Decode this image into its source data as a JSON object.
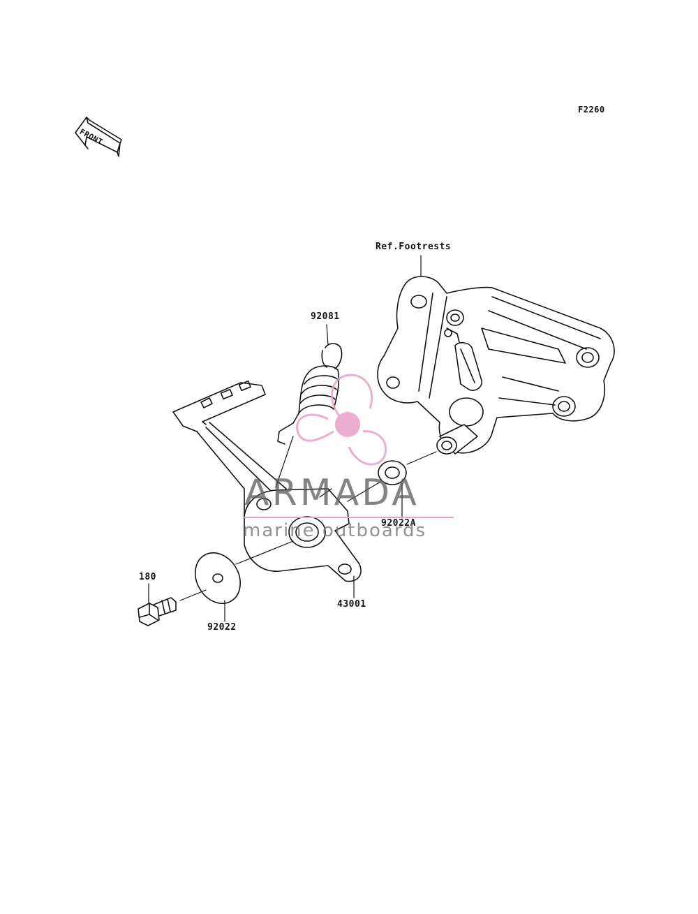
{
  "diagram_code": "F2260",
  "front_marker": {
    "text": "FRONT",
    "icon": "front-arrow-icon"
  },
  "callouts": {
    "ref_footrests": "Ref.Footrests",
    "spring": "92081",
    "washer_a": "92022A",
    "pedal": "43001",
    "bolt": "180",
    "washer": "92022"
  },
  "watermark": {
    "brand": "ARMADA",
    "tagline": "marine outboards",
    "logo_icon": "propeller-logo-icon",
    "color": "#e8a0c8"
  }
}
